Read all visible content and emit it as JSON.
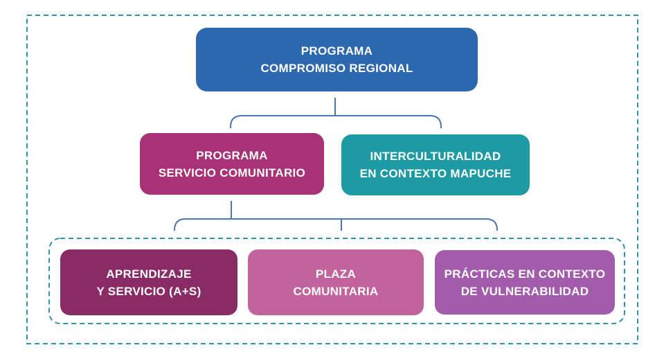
{
  "diagram": {
    "nodes": {
      "root": {
        "line1": "PROGRAMA",
        "line2": "COMPROMISO REGIONAL",
        "color": "#2d67ae"
      },
      "servicio_comunitario": {
        "line1": "PROGRAMA",
        "line2": "SERVICIO COMUNITARIO",
        "color": "#a73376"
      },
      "interculturalidad": {
        "line1": "INTERCULTURALIDAD",
        "line2": "EN CONTEXTO MAPUCHE",
        "color": "#1d9aa3"
      },
      "aprendizaje_servicio": {
        "line1": "APRENDIZAJE",
        "line2": "Y SERVICIO (A+S)",
        "color": "#8b2b65"
      },
      "plaza_comunitaria": {
        "line1": "PLAZA",
        "line2": "COMUNITARIA",
        "color": "#c2639e"
      },
      "practicas_vulnerabilidad": {
        "line1": "PRÁCTICAS EN CONTEXTO",
        "line2": "DE VULNERABILIDAD",
        "color": "#a35cab"
      }
    },
    "colors": {
      "connector": "#4a74b6",
      "dashed_border": "#2f93a8",
      "node_text": "#ffffff",
      "background": "#ffffff"
    }
  }
}
